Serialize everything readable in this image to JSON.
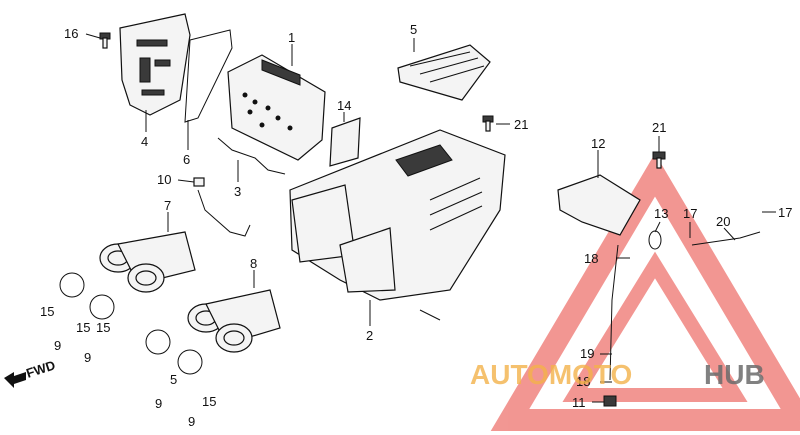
{
  "diagram": {
    "labels": {
      "p1": "1",
      "p2": "2",
      "p3": "3",
      "p4": "4",
      "p5": "5",
      "p6": "6",
      "p7": "7",
      "p8": "8",
      "p9": "9",
      "p10": "10",
      "p11": "11",
      "p12": "12",
      "p13": "13",
      "p14": "14",
      "p15": "15",
      "p16": "16",
      "p17": "17",
      "p18": "18",
      "p19": "19",
      "p20": "20",
      "p21": "21"
    },
    "fwd": "FWD"
  },
  "watermark": {
    "auto": "AUTOMOTO",
    "hub": "HUB",
    "colors": {
      "triangle": "#e8413a",
      "auto": "#f2b24a",
      "hub": "#6b6b6b"
    }
  }
}
